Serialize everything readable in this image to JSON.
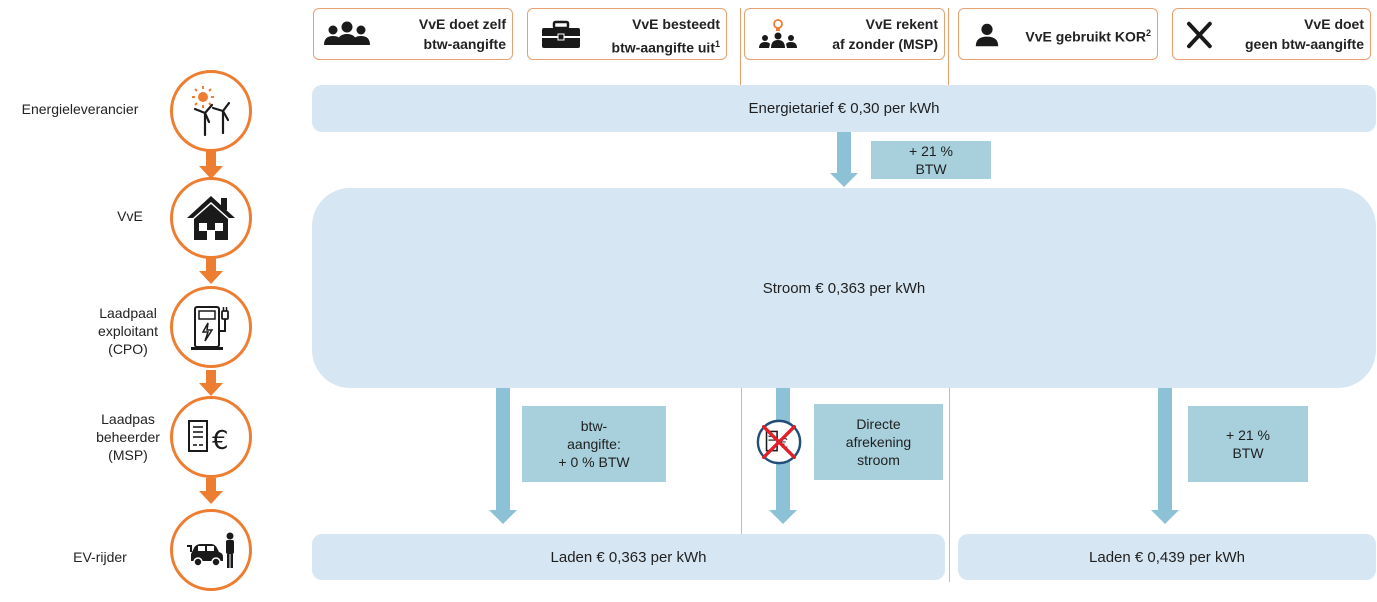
{
  "scenarios": [
    {
      "line1": "VvE doet zelf",
      "line2": "btw-aangifte",
      "sup": "",
      "icon": "group-icon"
    },
    {
      "line1": "VvE besteedt",
      "line2": "btw-aangifte uit",
      "sup": "1",
      "icon": "briefcase-icon"
    },
    {
      "line1": "VvE rekent",
      "line2": "af zonder (MSP)",
      "sup": "",
      "icon": "idea-group-icon"
    },
    {
      "line1": "VvE gebruikt KOR",
      "line2": "",
      "sup": "2",
      "icon": "person-icon"
    },
    {
      "line1": "VvE doet",
      "line2": "geen btw-aangifte",
      "sup": "",
      "icon": "cross-icon"
    }
  ],
  "actors": [
    {
      "label": "Energieleverancier",
      "icon": "sun-windmill-icon"
    },
    {
      "label": "VvE",
      "icon": "house-icon"
    },
    {
      "label": "Laadpaal exploitant (CPO)",
      "icon": "charging-station-icon"
    },
    {
      "label": "Laadpas beheerder (MSP)",
      "icon": "invoice-euro-icon"
    },
    {
      "label": "EV-rijder",
      "icon": "car-driver-icon"
    }
  ],
  "bars": {
    "energy": "Energietarief € 0,30 per kWh",
    "power": "Stroom € 0,363 per kWh",
    "charge_left": "Laden € 0,363 per kWh",
    "charge_right": "Laden € 0,439 per kWh"
  },
  "tags": {
    "vat_top_line1": "+ 21 %",
    "vat_top_line2": "BTW",
    "btw_return_line1": "btw-",
    "btw_return_line2": "aangifte:",
    "btw_return_line3": "+ 0 % BTW",
    "direct_line1": "Directe",
    "direct_line2": "afrekening",
    "direct_line3": "stroom",
    "vat_right_line1": "+ 21 %",
    "vat_right_line2": "BTW"
  },
  "colors": {
    "accent_orange": "#ed7d31",
    "bar_blue": "#d6e7f3",
    "tag_teal": "#a7cfdc",
    "arrow_blue": "#8cc1d6"
  }
}
